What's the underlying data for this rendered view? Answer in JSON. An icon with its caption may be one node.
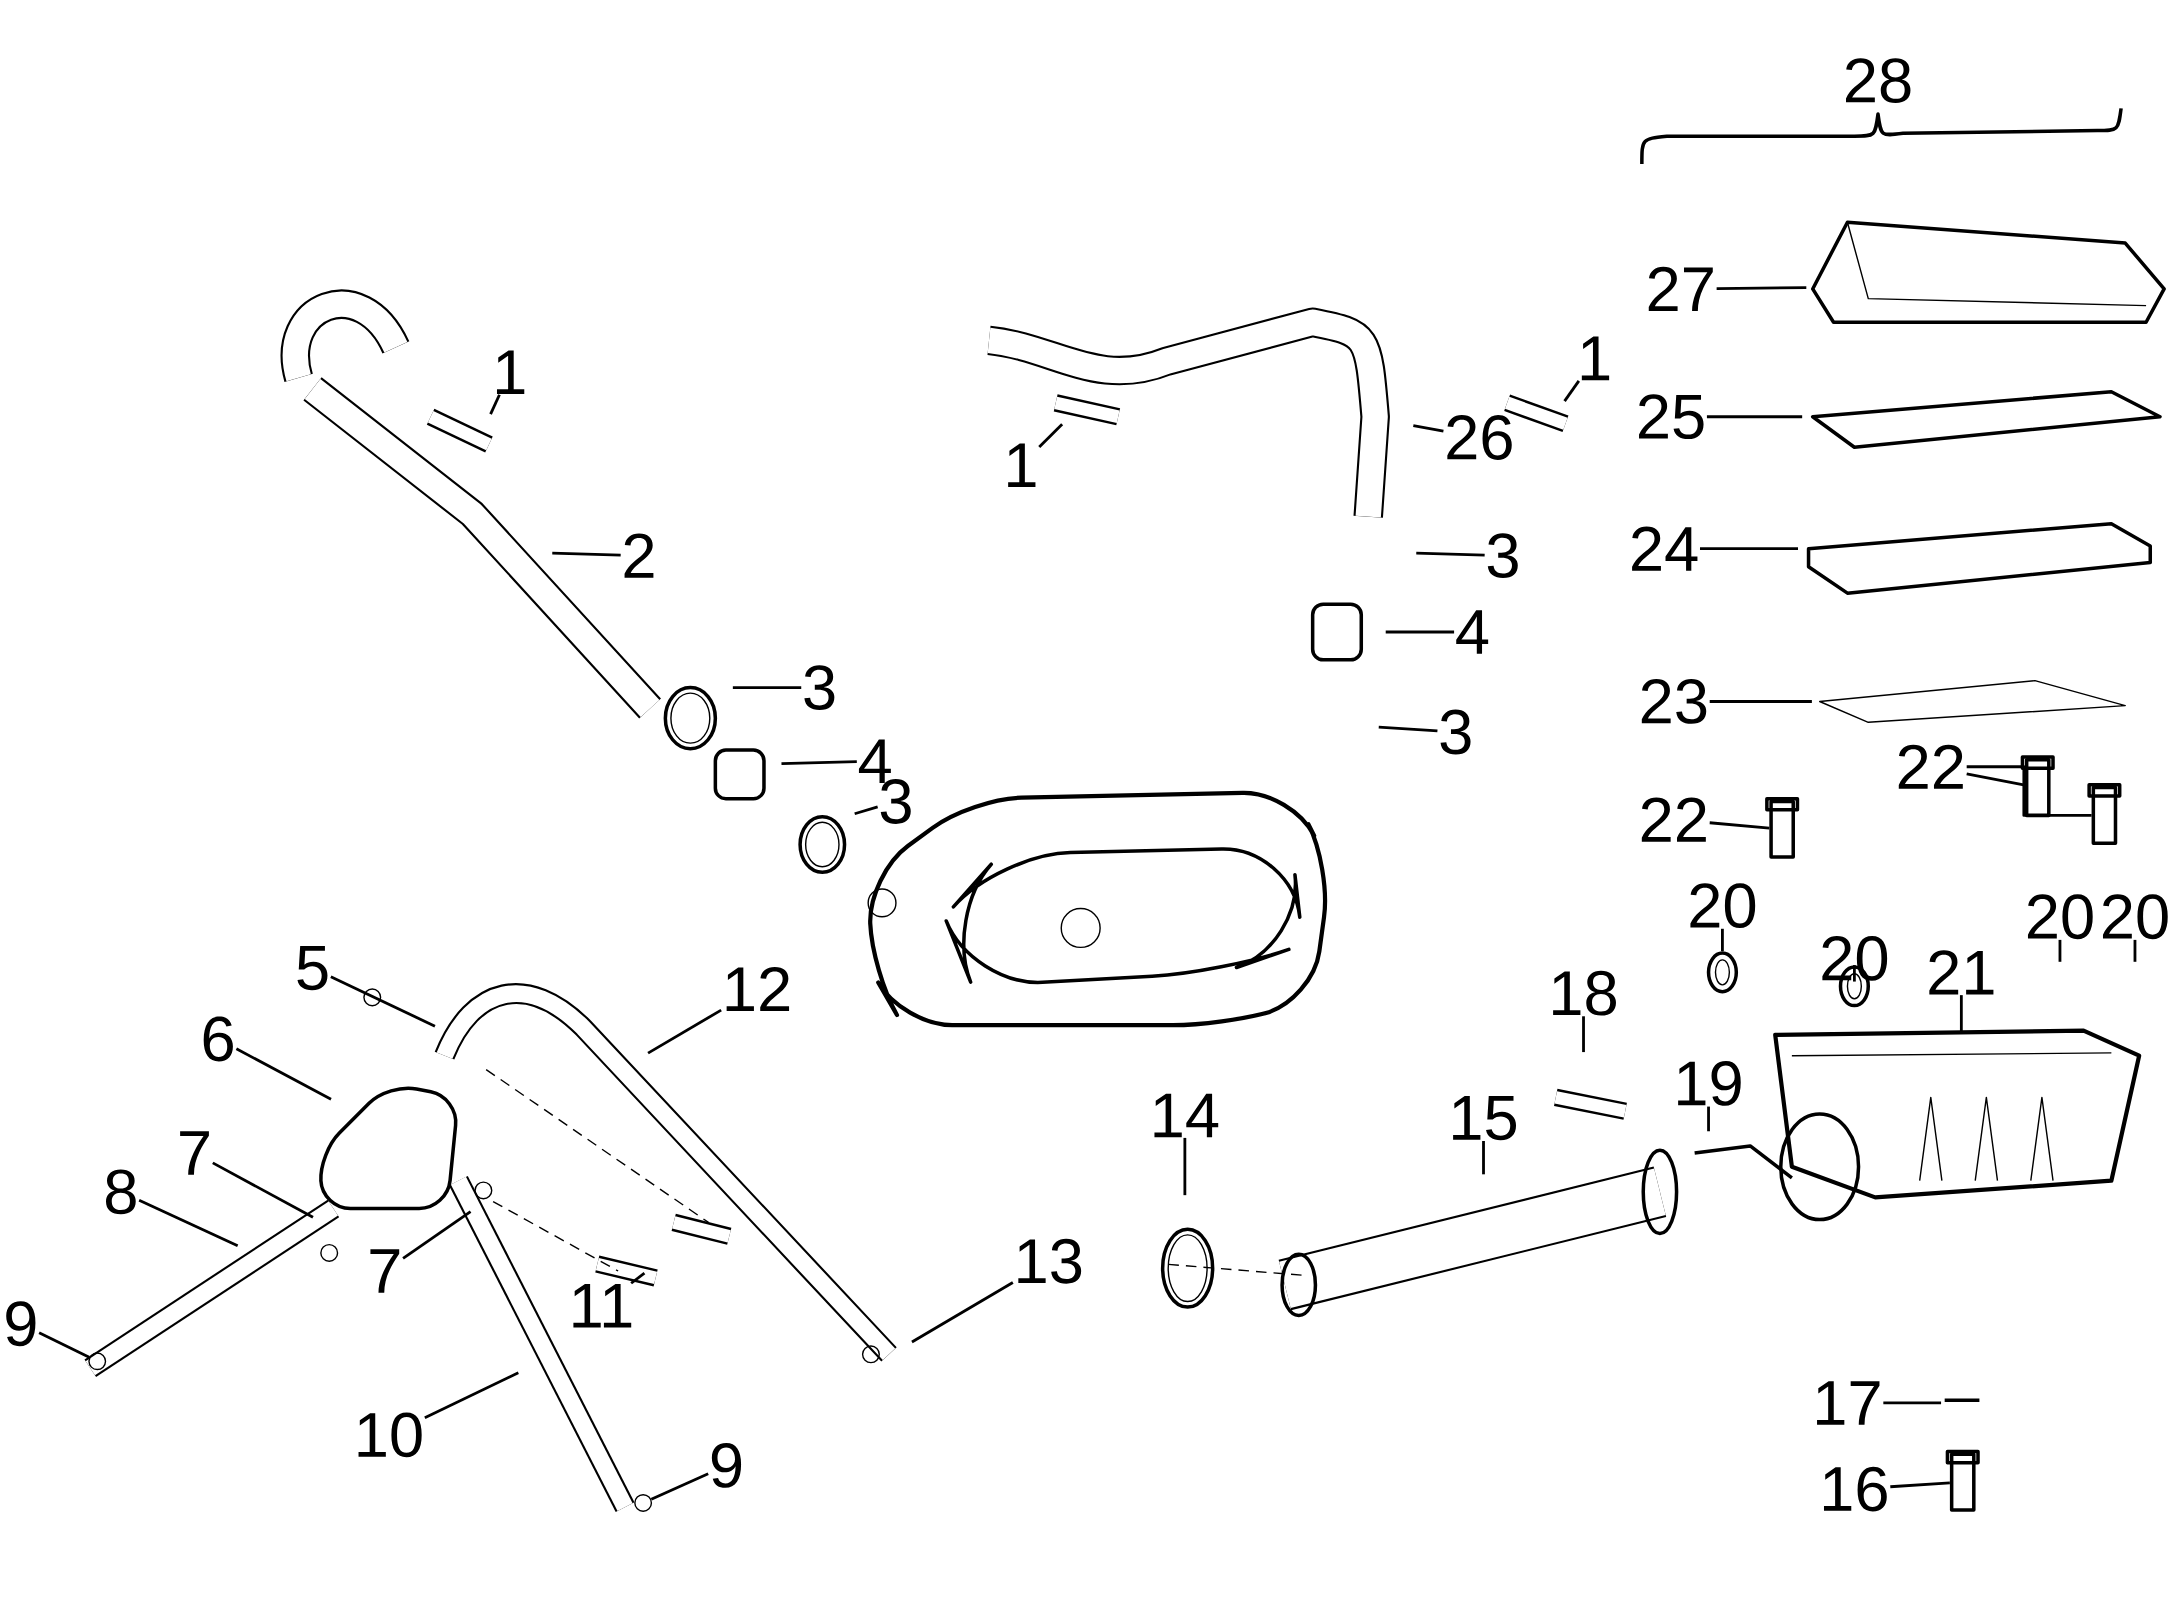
{
  "diagram": {
    "nodes": [
      {
        "text": [
          "1"
        ]
      },
      {
        "text": [
          "2"
        ]
      },
      {
        "text": [
          "3"
        ]
      },
      {
        "text": [
          "4"
        ]
      },
      {
        "text": [
          "3"
        ]
      },
      {
        "text": [
          "1"
        ]
      },
      {
        "text": [
          "26"
        ]
      },
      {
        "text": [
          "1"
        ]
      },
      {
        "text": [
          "27"
        ]
      },
      {
        "text": [
          "25"
        ]
      },
      {
        "text": [
          "3"
        ]
      },
      {
        "text": [
          "24"
        ]
      },
      {
        "text": [
          "4"
        ]
      },
      {
        "text": [
          "23"
        ]
      },
      {
        "text": [
          "3"
        ]
      },
      {
        "text": [
          "22"
        ]
      },
      {
        "text": [
          "22"
        ]
      },
      {
        "text": [
          "20"
        ]
      },
      {
        "text": [
          "20"
        ]
      },
      {
        "text": [
          "20"
        ]
      },
      {
        "text": [
          "20"
        ]
      },
      {
        "text": [
          "21"
        ]
      },
      {
        "text": [
          "18"
        ]
      },
      {
        "text": [
          "5"
        ]
      },
      {
        "text": [
          "12"
        ]
      },
      {
        "text": [
          "6"
        ]
      },
      {
        "text": [
          "19"
        ]
      },
      {
        "text": [
          "14"
        ]
      },
      {
        "text": [
          "15"
        ]
      },
      {
        "text": [
          "7"
        ]
      },
      {
        "text": [
          "8"
        ]
      },
      {
        "text": [
          "13"
        ]
      },
      {
        "text": [
          "7"
        ]
      },
      {
        "text": [
          "11"
        ]
      },
      {
        "text": [
          "9"
        ]
      },
      {
        "text": [
          "17"
        ]
      },
      {
        "text": [
          "10"
        ]
      },
      {
        "text": [
          "9"
        ]
      },
      {
        "text": [
          "16"
        ]
      },
      {
        "text": [],
        "shape": "bolt"
      },
      {
        "text": [],
        "shape": "bolt"
      },
      {
        "text": [],
        "shape": "bolt"
      },
      {
        "text": [],
        "shape": "clamp"
      },
      {
        "text": [],
        "shape": "clamp"
      },
      {
        "text": [],
        "shape": "nut"
      },
      {
        "text": [],
        "shape": "nut"
      },
      {
        "text": [],
        "shape": "bolt"
      }
    ],
    "edges": [
      {
        "from": 0,
        "to": null,
        "arrow": "none"
      },
      {
        "from": 1,
        "to": null,
        "arrow": "none"
      },
      {
        "from": 2,
        "to": null,
        "arrow": "none"
      },
      {
        "from": 3,
        "to": null,
        "arrow": "none"
      },
      {
        "from": 4,
        "to": null,
        "arrow": "none"
      },
      {
        "from": 5,
        "to": null,
        "arrow": "none"
      },
      {
        "from": 6,
        "to": null,
        "arrow": "none"
      },
      {
        "from": 7,
        "to": null,
        "arrow": "none"
      },
      {
        "from": 8,
        "to": null,
        "arrow": "none"
      },
      {
        "from": 9,
        "to": null,
        "arrow": "none"
      },
      {
        "from": 10,
        "to": null,
        "arrow": "none"
      },
      {
        "from": 11,
        "to": null,
        "arrow": "none"
      },
      {
        "from": 12,
        "to": null,
        "arrow": "none"
      },
      {
        "from": 13,
        "to": null,
        "arrow": "none"
      },
      {
        "from": 14,
        "to": null,
        "arrow": "none"
      },
      {
        "from": 15,
        "to": 39,
        "arrow": "none"
      },
      {
        "from": 15,
        "to": 40,
        "arrow": "none"
      },
      {
        "from": 16,
        "to": 41,
        "arrow": "none"
      },
      {
        "from": 17,
        "to": 42,
        "arrow": "none"
      },
      {
        "from": 18,
        "to": null,
        "arrow": "none"
      },
      {
        "from": 19,
        "to": null,
        "arrow": "none"
      },
      {
        "from": 20,
        "to": 43,
        "arrow": "none"
      },
      {
        "from": 21,
        "to": null,
        "arrow": "none"
      },
      {
        "from": 22,
        "to": null,
        "arrow": "none"
      },
      {
        "from": 23,
        "to": null,
        "arrow": "none"
      },
      {
        "from": 24,
        "to": null,
        "arrow": "none"
      },
      {
        "from": 25,
        "to": null,
        "arrow": "none"
      },
      {
        "from": 26,
        "to": null,
        "arrow": "none"
      },
      {
        "from": 27,
        "to": null,
        "arrow": "none"
      },
      {
        "from": 28,
        "to": null,
        "arrow": "none"
      },
      {
        "from": 29,
        "to": null,
        "arrow": "none"
      },
      {
        "from": 30,
        "to": null,
        "arrow": "none"
      },
      {
        "from": 31,
        "to": null,
        "arrow": "none"
      },
      {
        "from": 32,
        "to": null,
        "arrow": "none"
      },
      {
        "from": 33,
        "to": null,
        "arrow": "none"
      },
      {
        "from": 34,
        "to": 44,
        "arrow": "none"
      },
      {
        "from": 35,
        "to": null,
        "arrow": "none"
      },
      {
        "from": 36,
        "to": null,
        "arrow": "none"
      },
      {
        "from": 37,
        "to": 45,
        "arrow": "none"
      },
      {
        "from": 38,
        "to": 46,
        "arrow": "none"
      }
    ],
    "labels": [
      "28"
    ]
  }
}
